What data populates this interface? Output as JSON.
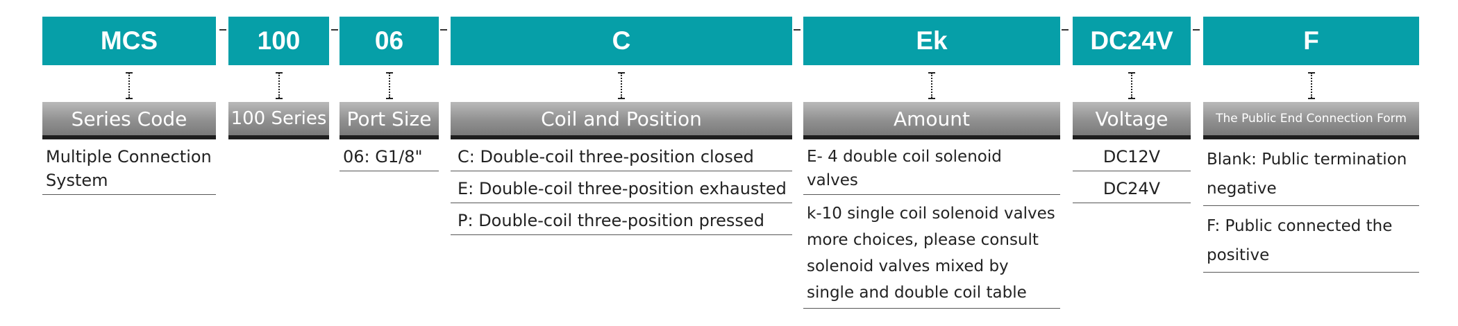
{
  "columns": [
    {
      "code": "MCS",
      "label": "Series Code",
      "items": [
        "Multiple Connection System"
      ]
    },
    {
      "code": "100",
      "label": "100 Series",
      "items": []
    },
    {
      "code": "06",
      "label": "Port Size",
      "items": [
        "06: G1/8\""
      ]
    },
    {
      "code": "C",
      "label": "Coil and Position",
      "items": [
        "C: Double-coil three-position closed",
        "E: Double-coil three-position exhausted",
        "P: Double-coil three-position pressed"
      ]
    },
    {
      "code": "Ek",
      "label": "Amount",
      "items": [
        "E- 4 double coil solenoid valves",
        "k-10 single coil solenoid valves more choices, please consult solenoid valves mixed by single and double coil table"
      ]
    },
    {
      "code": "DC24V",
      "label": "Voltage",
      "items": [
        "DC12V",
        "DC24V"
      ]
    },
    {
      "code": "F",
      "label": "The Public End Connection Form",
      "items": [
        "Blank: Public termination negative",
        "F: Public connected the positive"
      ]
    }
  ],
  "colors": {
    "code_box": "#069fa8",
    "label_box": "#909090",
    "label_rule": "#1e1e1e"
  }
}
